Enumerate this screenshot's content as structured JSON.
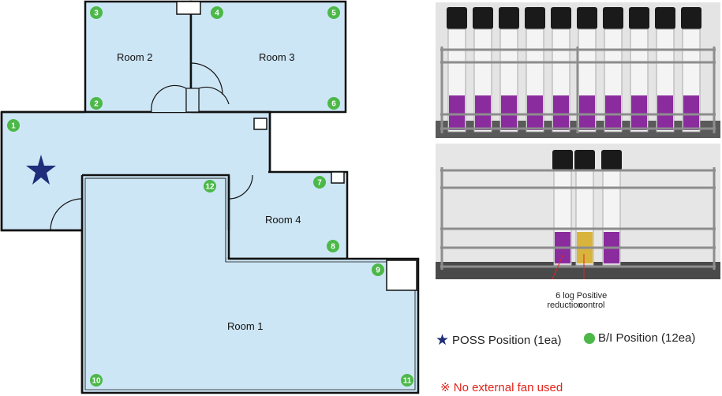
{
  "rooms": {
    "room1": "Room 1",
    "room2": "Room 2",
    "room3": "Room 3",
    "room4": "Room 4"
  },
  "markers": [
    "1",
    "2",
    "3",
    "4",
    "5",
    "6",
    "7",
    "8",
    "9",
    "10",
    "11",
    "12"
  ],
  "photo_annotations": {
    "six_log": [
      "6 log",
      "reduction"
    ],
    "positive": [
      "Positive",
      "control"
    ]
  },
  "legend": {
    "poss": "POSS Position (1ea)",
    "bi": "B/I Position (12ea)"
  },
  "note": "※ No external fan used",
  "colors": {
    "room_fill": "#cde6f5",
    "wall": "#111111",
    "marker": "#4cb848",
    "star": "#1f2d7a",
    "note": "#e2231a",
    "liquid_purple": "#8a2c9e",
    "liquid_yellow": "#d9b43c"
  }
}
